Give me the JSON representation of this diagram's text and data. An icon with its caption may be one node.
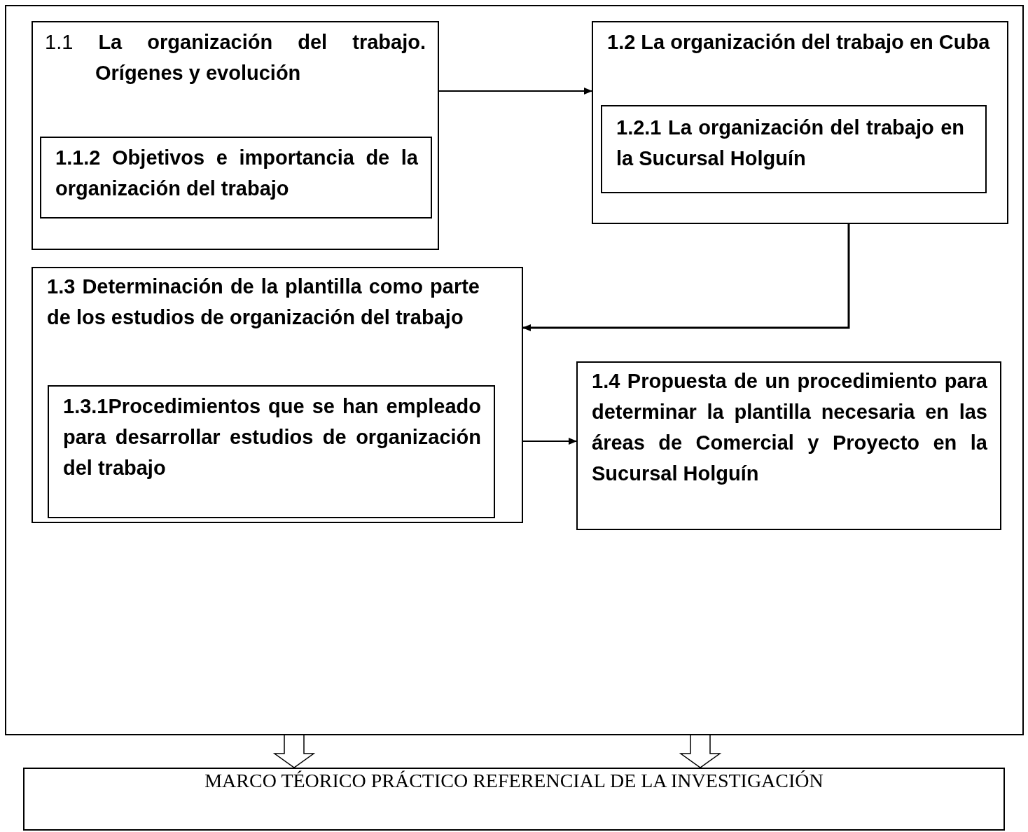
{
  "diagram": {
    "nodes": [
      {
        "text": [],
        "shape": "box"
      },
      {
        "text": [
          "1.1 **La organización del trabajo. Orígenes y evolución**"
        ],
        "in": 0
      },
      {
        "text": [
          "1.1.2 Objetivos e importancia de la organización del trabajo"
        ],
        "in": 1
      },
      {
        "text": [
          "1.2 La organización del trabajo en Cuba"
        ],
        "in": 0
      },
      {
        "text": [
          "1.2.1 La organización del trabajo en la Sucursal Holguín"
        ],
        "in": 3
      },
      {
        "text": [
          "1.3 Determinación de la plantilla como parte de los estudios de organización del trabajo"
        ],
        "in": 0
      },
      {
        "text": [
          "1.3.1Procedimientos que se han empleado para desarrollar estudios de organización del trabajo"
        ],
        "in": 5
      },
      {
        "text": [
          "1.4 Propuesta de un procedimiento para determinar la plantilla necesaria en las áreas de Comercial y Proyecto en la Sucursal Holguín"
        ],
        "in": 0
      },
      {
        "text": [
          "MARCO TÉORICO PRÁCTICO REFERENCIAL DE LA INVESTIGACIÓN"
        ]
      }
    ],
    "edges": [
      {
        "from": 1,
        "to": 3,
        "arrow": "to"
      },
      {
        "from": 3,
        "to": 5,
        "arrow": "to"
      },
      {
        "from": 5,
        "to": 7,
        "arrow": "to"
      },
      {
        "from": 0,
        "to": 8,
        "arrow": "to"
      },
      {
        "from": 0,
        "to": 8,
        "arrow": "to"
      }
    ]
  }
}
